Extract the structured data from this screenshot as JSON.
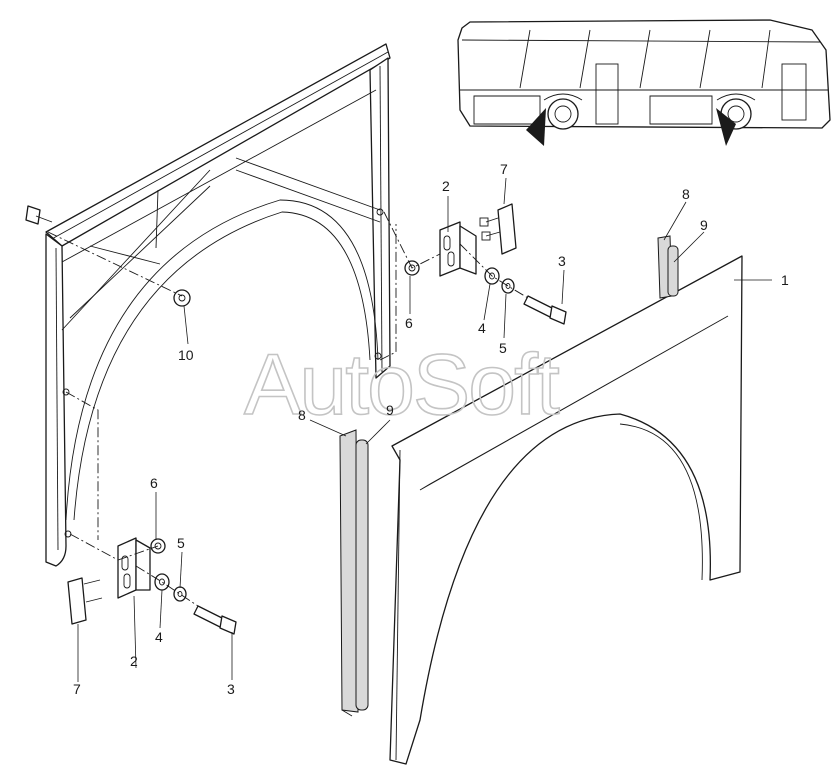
{
  "watermark": "AutoSoft",
  "callouts": {
    "c1": "1",
    "c2a": "2",
    "c2b": "2",
    "c3a": "3",
    "c3b": "3",
    "c4a": "4",
    "c4b": "4",
    "c5a": "5",
    "c5b": "5",
    "c6a": "6",
    "c6b": "6",
    "c7a": "7",
    "c7b": "7",
    "c8a": "8",
    "c8b": "8",
    "c9a": "9",
    "c9b": "9",
    "c10": "10"
  }
}
